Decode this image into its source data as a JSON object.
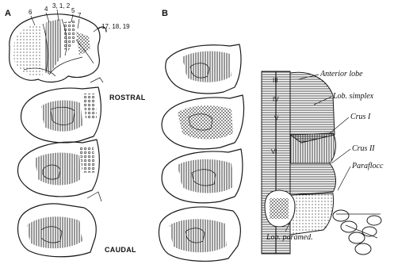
{
  "panel_a": {
    "label": "A",
    "area_numbers": [
      "6",
      "4",
      "3, 1, 2",
      "5",
      "7",
      "17, 18, 19"
    ],
    "sections_top_label": "ROSTRAL",
    "sections_bottom_label": "CAUDAL"
  },
  "panel_b": {
    "label": "B",
    "labels": {
      "anterior_lobe": "Anterior lobe",
      "lob_simplex": "Lob. simplex",
      "crus_1": "Crus I",
      "crus_2": "Crus II",
      "parafloc": "Paraflocc",
      "lob_paramed": "Lob. paramed."
    },
    "vermis_numerals": [
      "III",
      "IV",
      "V",
      "VI"
    ]
  },
  "colors": {
    "ink": "#1a1a1a",
    "background": "#ffffff"
  }
}
